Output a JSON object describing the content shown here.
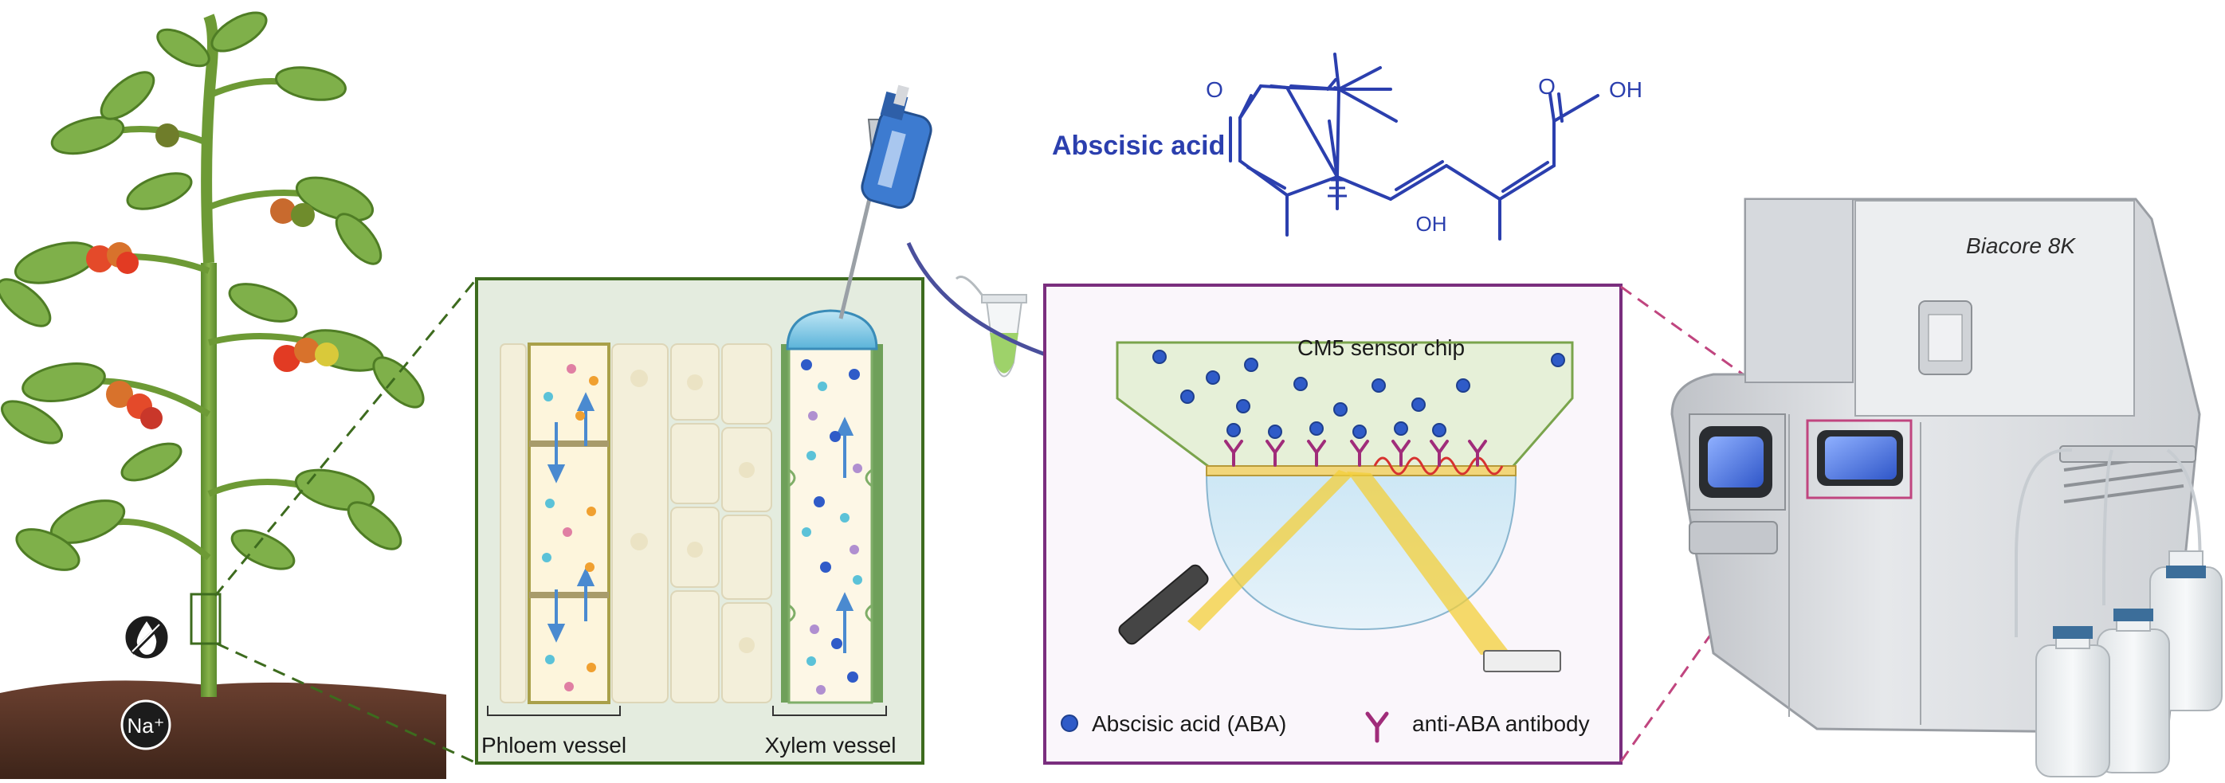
{
  "molecule": {
    "title": "Abscisic acid",
    "atom_o_ketone": "O",
    "atom_o_acid": "O",
    "atom_oh_acid": "OH",
    "atom_oh_ring": "OH"
  },
  "instrument": {
    "name": "Biacore 8K"
  },
  "plant_panel": {
    "ion_label": "Na⁺",
    "icon": "no-water-drop-icon"
  },
  "vessel_panel": {
    "phloem_label": "Phloem vessel",
    "xylem_label": "Xylem vessel"
  },
  "sensor_panel": {
    "chip_label": "CM5 sensor chip",
    "legend": [
      {
        "name": "aba-molecule",
        "label": "Abscisic acid (ABA)"
      },
      {
        "name": "antibody",
        "label": "anti-ABA antibody"
      }
    ]
  },
  "colors": {
    "title_blue": "#2b3fae",
    "panel_green": "#3d6b1e",
    "panel_purple": "#7a2e7e",
    "dashed_magenta": "#c0457f",
    "aba_blue": "#2f5bc8",
    "antibody": "#a02c7a",
    "laser_yellow": "#f3cf3a"
  }
}
